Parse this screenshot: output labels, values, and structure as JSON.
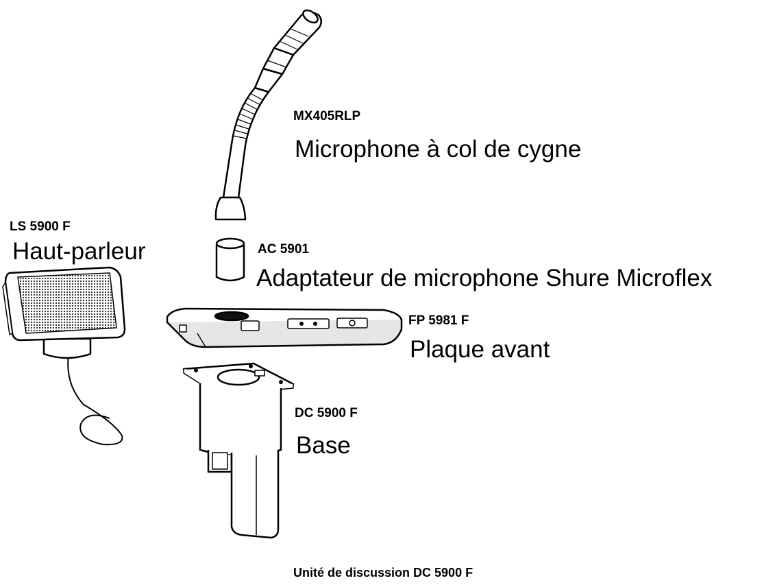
{
  "components": {
    "microphone": {
      "code": "MX405RLP",
      "name": "Microphone à col de cygne"
    },
    "loudspeaker": {
      "code": "LS 5900 F",
      "name": "Haut-parleur"
    },
    "adapter": {
      "code": "AC 5901",
      "name": "Adaptateur de microphone Shure Microflex"
    },
    "front_plate": {
      "code": "FP 5981 F",
      "name": "Plaque avant"
    },
    "base": {
      "code": "DC 5900 F",
      "name": "Base"
    }
  },
  "caption": "Unité de discussion DC 5900 F"
}
